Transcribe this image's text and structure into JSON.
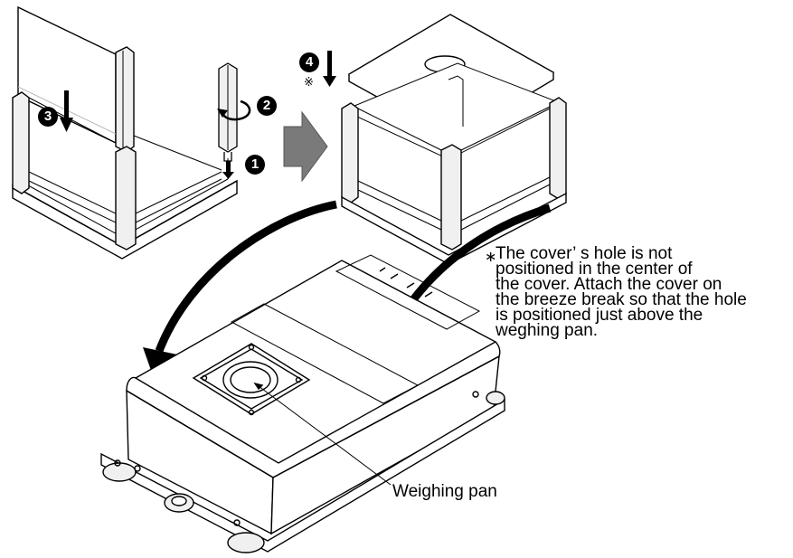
{
  "steps": {
    "s1": "1",
    "s2": "2",
    "s3": "3",
    "s4": "4"
  },
  "step4_mark": "※",
  "note": {
    "asterisk": "∗",
    "text": "The cover’ s hole is not\npositioned in the center of\nthe cover. Attach the cover on\nthe breeze break so that the hole\nis positioned just above the\nweghing pan."
  },
  "label_weighing_pan": "Weighing pan",
  "colors": {
    "line": "#000000",
    "arrow_fill": "#7a7a7a",
    "frame_fill": "#e6e6e6",
    "shadow": "#b0b0b0"
  }
}
